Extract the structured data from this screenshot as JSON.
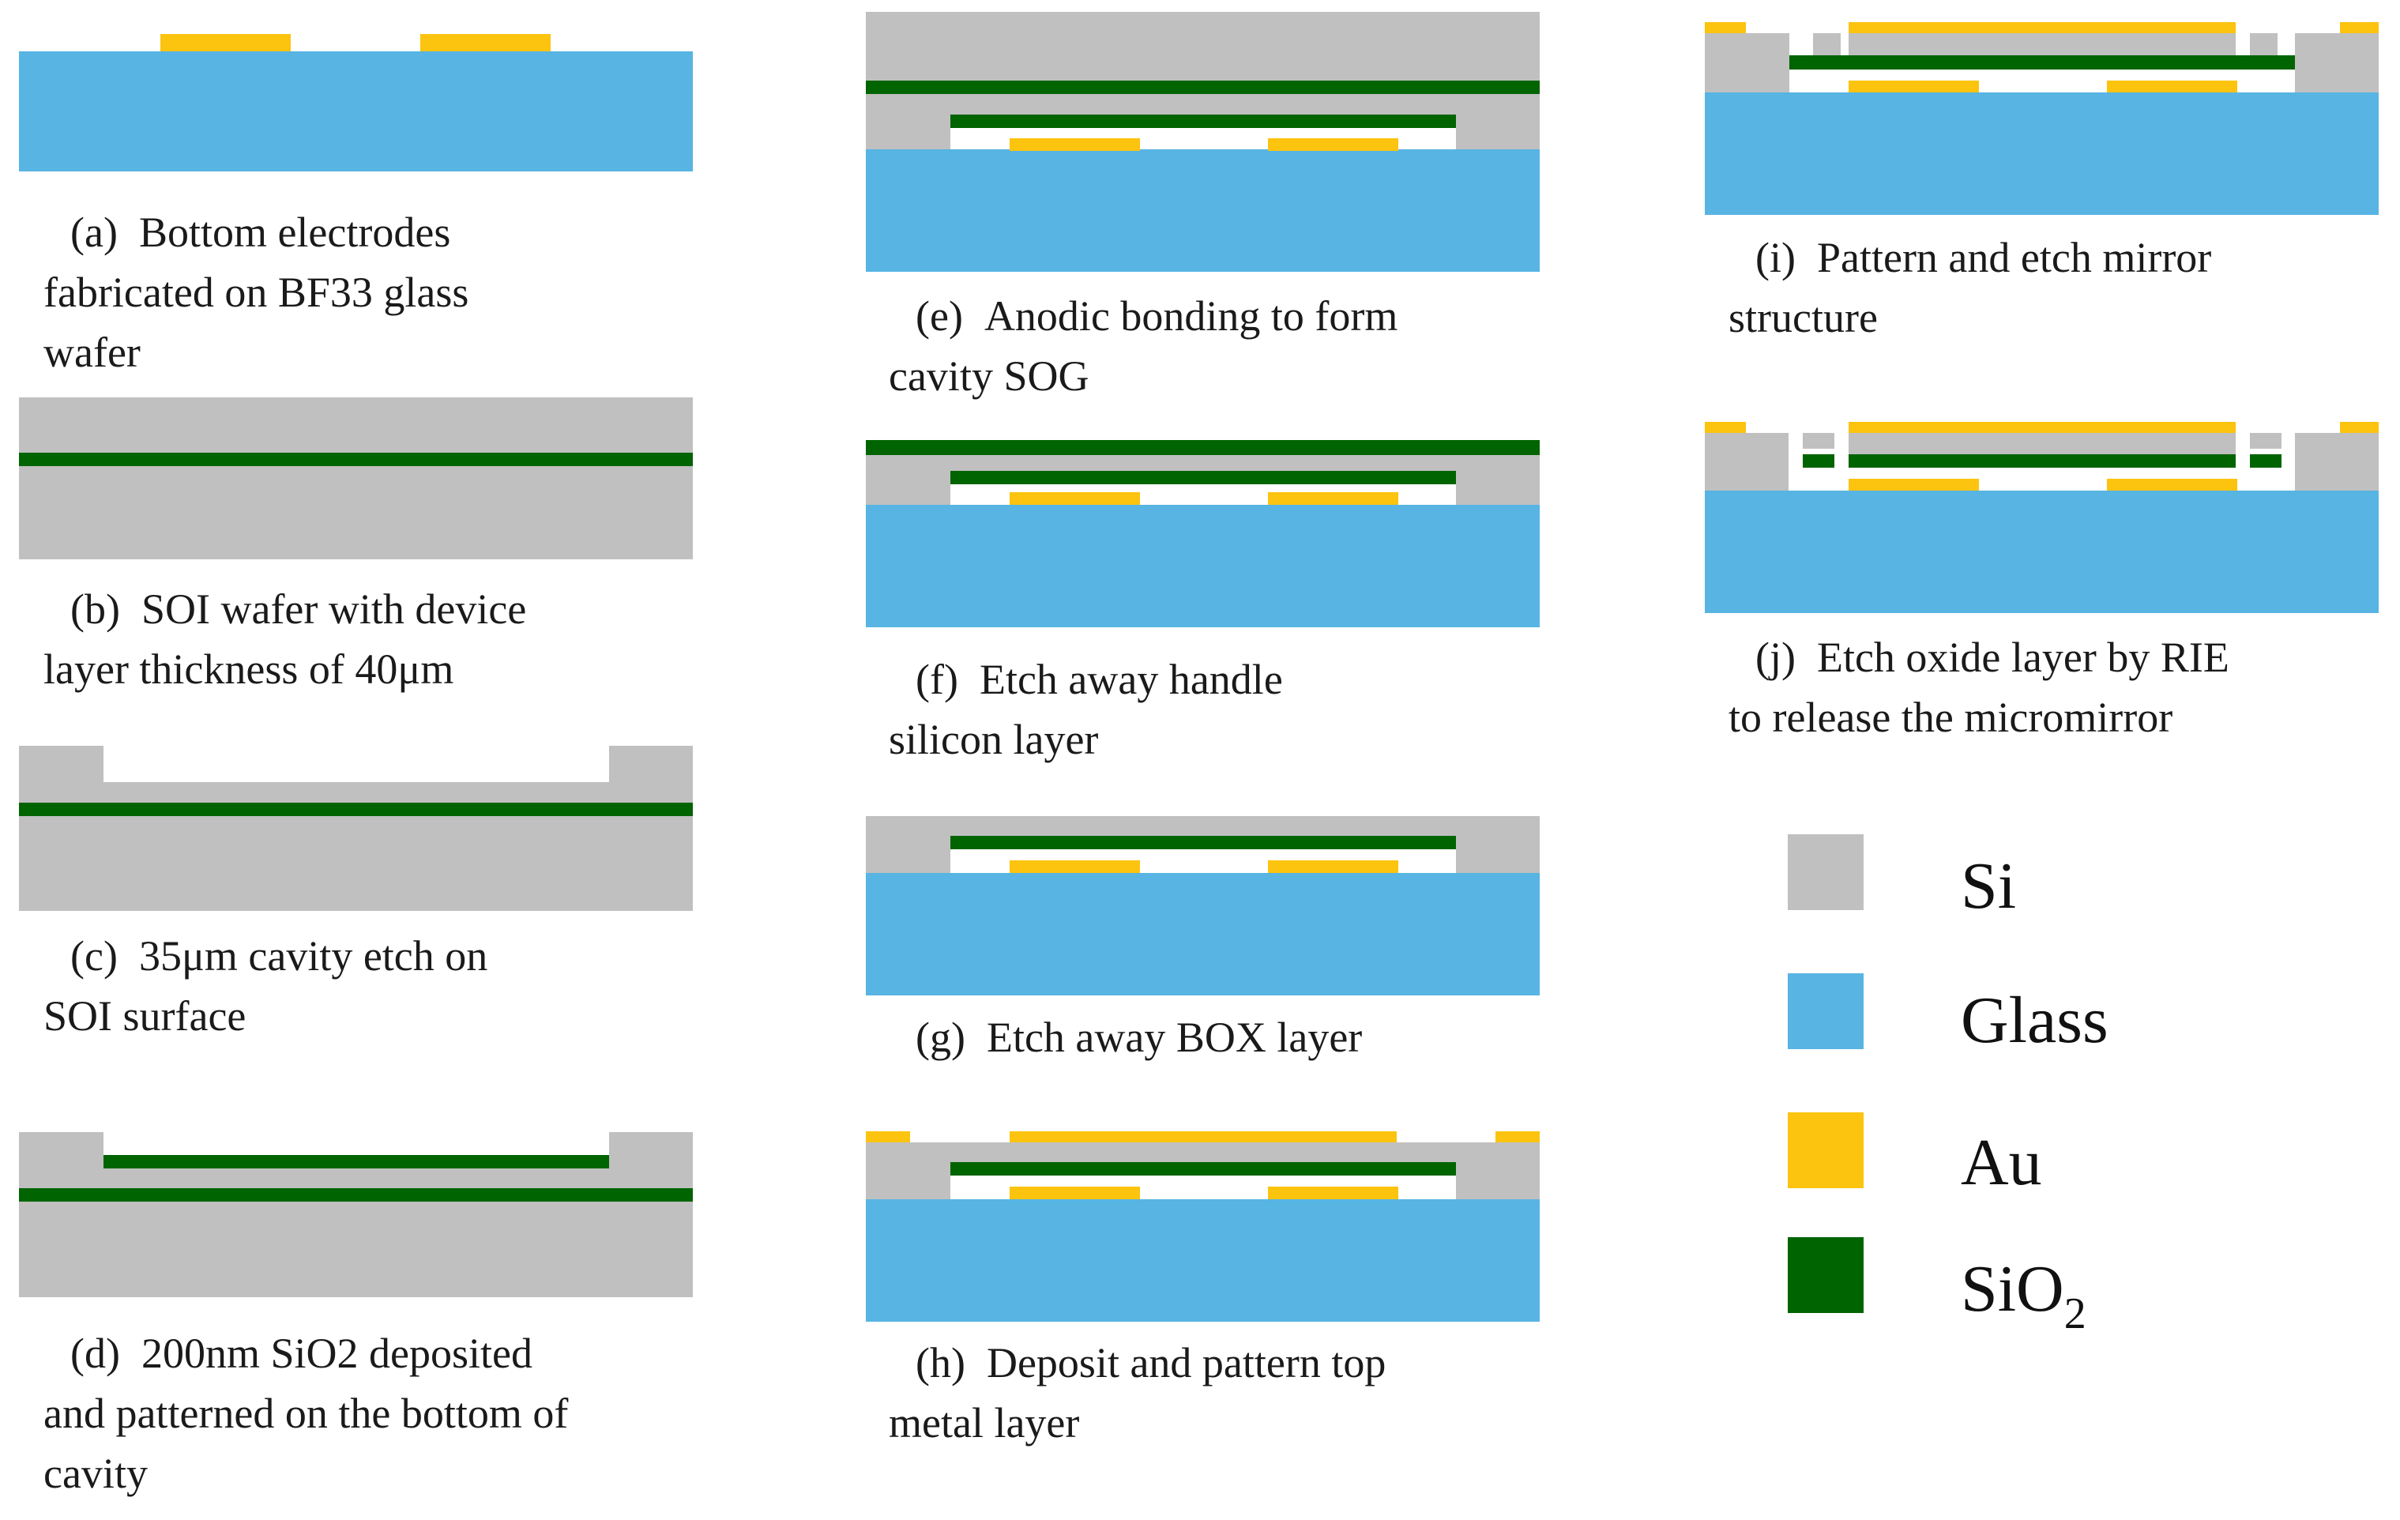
{
  "colors": {
    "si": "#c0c0c0",
    "glass": "#57b4e3",
    "au": "#fcc30f",
    "sio2": "#006400",
    "background": "#ffffff"
  },
  "steps": [
    {
      "id": "a",
      "label": "(a)",
      "lines": [
        "Bottom electrodes",
        "fabricated on BF33 glass",
        "wafer"
      ]
    },
    {
      "id": "b",
      "label": "(b)",
      "lines": [
        "SOI wafer with device",
        "layer thickness of 40μm"
      ]
    },
    {
      "id": "c",
      "label": "(c)",
      "lines": [
        "35μm cavity etch on",
        "SOI surface"
      ]
    },
    {
      "id": "d",
      "label": "(d)",
      "lines": [
        "200nm SiO2 deposited",
        "and patterned on the bottom of",
        "cavity"
      ]
    },
    {
      "id": "e",
      "label": "(e)",
      "lines": [
        "Anodic bonding to form",
        "cavity SOG"
      ]
    },
    {
      "id": "f",
      "label": "(f)",
      "lines": [
        "Etch away handle",
        "silicon layer"
      ]
    },
    {
      "id": "g",
      "label": "(g)",
      "lines": [
        "Etch away BOX layer"
      ]
    },
    {
      "id": "h",
      "label": "(h)",
      "lines": [
        "Deposit and pattern top",
        "metal layer"
      ]
    },
    {
      "id": "i",
      "label": "(i)",
      "lines": [
        "Pattern and etch mirror",
        "structure"
      ]
    },
    {
      "id": "j",
      "label": "(j)",
      "lines": [
        "Etch oxide layer by RIE",
        "to release the micromirror"
      ]
    }
  ],
  "legend": [
    {
      "material": "si",
      "text": "Si"
    },
    {
      "material": "glass",
      "text": "Glass"
    },
    {
      "material": "au",
      "text": "Au"
    },
    {
      "material": "sio2",
      "text": "SiO",
      "subscript": "2"
    }
  ]
}
